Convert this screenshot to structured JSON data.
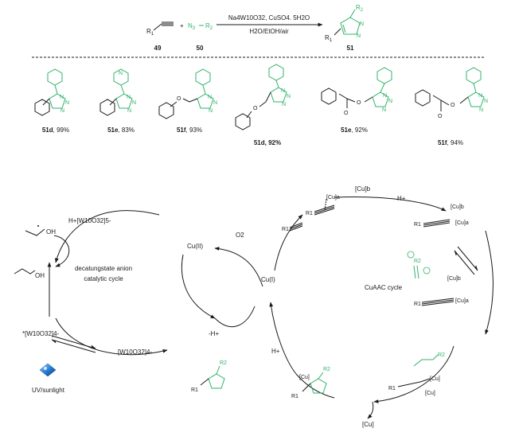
{
  "header": {
    "r1": "R",
    "r1_sub": "1",
    "plus": "+",
    "azide": "N",
    "azide_sub": "3",
    "azide_r": "R",
    "azide_r_sub": "2",
    "conditions_top": "Na4W10O32, CuSO4. 5H2O",
    "conditions_bottom": "H2O/EtOH/air",
    "label_alkyne": "49",
    "label_azide": "50",
    "label_product": "51",
    "prod_r1": "R",
    "prod_r1_sub": "1",
    "prod_r2": "R",
    "prod_r2_sub": "2",
    "prod_n": "N"
  },
  "products": [
    {
      "id": "51d",
      "yield": ", 99%"
    },
    {
      "id": "51e",
      "yield": ", 83%"
    },
    {
      "id": "51f",
      "yield": ", 93%"
    },
    {
      "id": "51d",
      "yield": ", 92%"
    },
    {
      "id": "51e",
      "yield": ", 92%"
    },
    {
      "id": "51f",
      "yield": ", 94%"
    }
  ],
  "structure": {
    "n": "N",
    "o": "O"
  },
  "left_cycle": {
    "title_line1": "decatungstate anion",
    "title_line2": "catalytic cycle",
    "h_species": "H+[W10O32]5-",
    "excited": "*[W10O32]4-",
    "ground": "[W10O32]4-",
    "ethanol_radical": "OH",
    "ethanol": "OH",
    "uv_label": "UV/sunlight"
  },
  "copper": {
    "cu2": "Cu(II)",
    "cu1": "Cu(I)",
    "o2": "O2",
    "minus_h": "-H+",
    "h_plus": "H+"
  },
  "right_cycle": {
    "title": "CuAAC cycle",
    "cu_a": "[Cu]a",
    "cu_b": "[Cu]b",
    "cu": "[Cu]",
    "h_plus": "H+",
    "r1": "R1",
    "r2": "R2",
    "cu_bottom": "[Cu]"
  },
  "colors": {
    "accent": "#2fb36a",
    "ink": "#1a1a1a"
  }
}
